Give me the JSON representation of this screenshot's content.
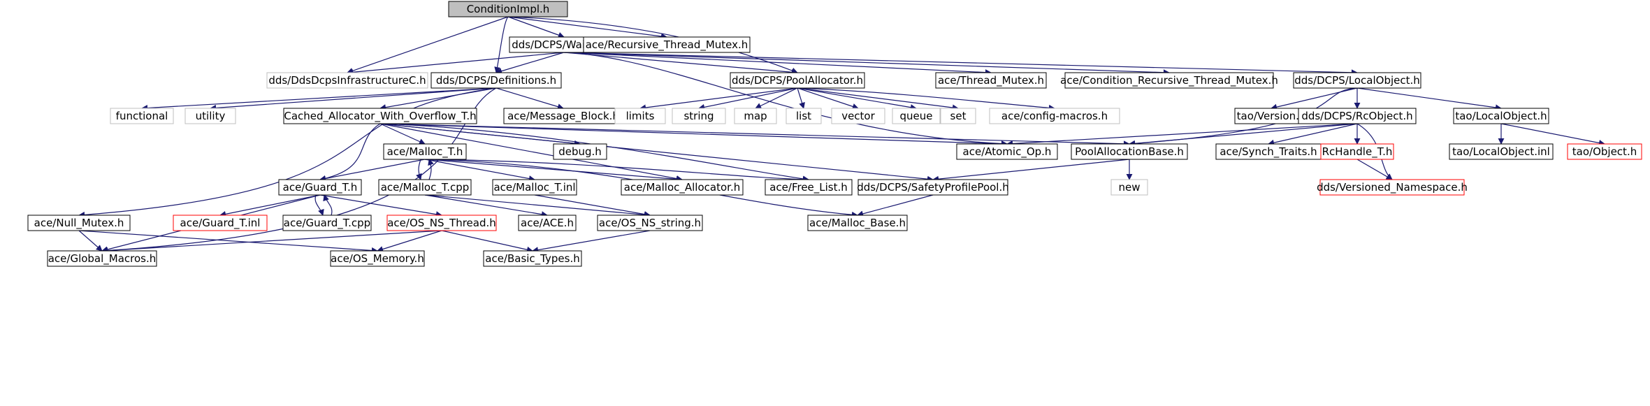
{
  "graph": {
    "nodes": [
      {
        "id": "n0",
        "label": "ConditionImpl.h",
        "style": "root"
      },
      {
        "id": "n1",
        "label": "dds/DCPS/WaitSet.h",
        "style": "normal"
      },
      {
        "id": "n2",
        "label": "ace/Recursive_Thread_Mutex.h",
        "style": "normal"
      },
      {
        "id": "n3",
        "label": "dds/DdsDcpsInfrastructureC.h",
        "style": "external"
      },
      {
        "id": "n4",
        "label": "dds/DCPS/Definitions.h",
        "style": "normal"
      },
      {
        "id": "n5",
        "label": "dds/DCPS/PoolAllocator.h",
        "style": "normal"
      },
      {
        "id": "n6",
        "label": "ace/Thread_Mutex.h",
        "style": "normal"
      },
      {
        "id": "n7",
        "label": "ace/Condition_Recursive_Thread_Mutex.h",
        "style": "normal"
      },
      {
        "id": "n8",
        "label": "dds/DCPS/LocalObject.h",
        "style": "normal"
      },
      {
        "id": "n9",
        "label": "functional",
        "style": "external"
      },
      {
        "id": "n10",
        "label": "utility",
        "style": "external"
      },
      {
        "id": "n11",
        "label": "Cached_Allocator_With_Overflow_T.h",
        "style": "normal"
      },
      {
        "id": "n12",
        "label": "ace/Message_Block.h",
        "style": "normal"
      },
      {
        "id": "n13",
        "label": "limits",
        "style": "external"
      },
      {
        "id": "n14",
        "label": "string",
        "style": "external"
      },
      {
        "id": "n15",
        "label": "map",
        "style": "external"
      },
      {
        "id": "n16",
        "label": "list",
        "style": "external"
      },
      {
        "id": "n17",
        "label": "vector",
        "style": "external"
      },
      {
        "id": "n18",
        "label": "queue",
        "style": "external"
      },
      {
        "id": "n19",
        "label": "set",
        "style": "external"
      },
      {
        "id": "n20",
        "label": "ace/config-macros.h",
        "style": "external"
      },
      {
        "id": "n21",
        "label": "tao/Version.h",
        "style": "normal"
      },
      {
        "id": "n22",
        "label": "dds/DCPS/RcObject.h",
        "style": "normal"
      },
      {
        "id": "n23",
        "label": "tao/LocalObject.h",
        "style": "normal"
      },
      {
        "id": "n24",
        "label": "ace/Malloc_T.h",
        "style": "normal"
      },
      {
        "id": "n25",
        "label": "debug.h",
        "style": "normal"
      },
      {
        "id": "n26",
        "label": "ace/Atomic_Op.h",
        "style": "normal"
      },
      {
        "id": "n27",
        "label": "PoolAllocationBase.h",
        "style": "normal"
      },
      {
        "id": "n28",
        "label": "ace/Synch_Traits.h",
        "style": "normal"
      },
      {
        "id": "n29",
        "label": "RcHandle_T.h",
        "style": "missing"
      },
      {
        "id": "n30",
        "label": "tao/LocalObject.inl",
        "style": "normal"
      },
      {
        "id": "n31",
        "label": "tao/Object.h",
        "style": "missing"
      },
      {
        "id": "n32",
        "label": "ace/Guard_T.h",
        "style": "normal"
      },
      {
        "id": "n33",
        "label": "ace/Malloc_T.cpp",
        "style": "normal"
      },
      {
        "id": "n34",
        "label": "ace/Malloc_T.inl",
        "style": "normal"
      },
      {
        "id": "n35",
        "label": "ace/Malloc_Allocator.h",
        "style": "normal"
      },
      {
        "id": "n36",
        "label": "ace/Free_List.h",
        "style": "normal"
      },
      {
        "id": "n37",
        "label": "dds/DCPS/SafetyProfilePool.h",
        "style": "normal"
      },
      {
        "id": "n38",
        "label": "new",
        "style": "external"
      },
      {
        "id": "n39",
        "label": "dds/Versioned_Namespace.h",
        "style": "missing"
      },
      {
        "id": "n40",
        "label": "ace/Null_Mutex.h",
        "style": "normal"
      },
      {
        "id": "n41",
        "label": "ace/Guard_T.inl",
        "style": "missing"
      },
      {
        "id": "n42",
        "label": "ace/Guard_T.cpp",
        "style": "normal"
      },
      {
        "id": "n43",
        "label": "ace/OS_NS_Thread.h",
        "style": "missing"
      },
      {
        "id": "n44",
        "label": "ace/ACE.h",
        "style": "normal"
      },
      {
        "id": "n45",
        "label": "ace/OS_NS_string.h",
        "style": "normal"
      },
      {
        "id": "n46",
        "label": "ace/Malloc_Base.h",
        "style": "normal"
      },
      {
        "id": "n47",
        "label": "ace/Global_Macros.h",
        "style": "normal"
      },
      {
        "id": "n48",
        "label": "ace/OS_Memory.h",
        "style": "normal"
      },
      {
        "id": "n49",
        "label": "ace/Basic_Types.h",
        "style": "normal"
      }
    ],
    "edges": [
      {
        "from": "n0",
        "to": "n1"
      },
      {
        "from": "n0",
        "to": "n2"
      },
      {
        "from": "n0",
        "to": "n3"
      },
      {
        "from": "n0",
        "to": "n4"
      },
      {
        "from": "n0",
        "to": "n5"
      },
      {
        "from": "n1",
        "to": "n3"
      },
      {
        "from": "n1",
        "to": "n4"
      },
      {
        "from": "n1",
        "to": "n5"
      },
      {
        "from": "n1",
        "to": "n6"
      },
      {
        "from": "n1",
        "to": "n7"
      },
      {
        "from": "n1",
        "to": "n8"
      },
      {
        "from": "n1",
        "to": "n26"
      },
      {
        "from": "n4",
        "to": "n9"
      },
      {
        "from": "n4",
        "to": "n10"
      },
      {
        "from": "n4",
        "to": "n11"
      },
      {
        "from": "n4",
        "to": "n12"
      },
      {
        "from": "n4",
        "to": "n40"
      },
      {
        "from": "n4",
        "to": "n47"
      },
      {
        "from": "n5",
        "to": "n13"
      },
      {
        "from": "n5",
        "to": "n14"
      },
      {
        "from": "n5",
        "to": "n15"
      },
      {
        "from": "n5",
        "to": "n16"
      },
      {
        "from": "n5",
        "to": "n17"
      },
      {
        "from": "n5",
        "to": "n18"
      },
      {
        "from": "n5",
        "to": "n19"
      },
      {
        "from": "n5",
        "to": "n20"
      },
      {
        "from": "n8",
        "to": "n21"
      },
      {
        "from": "n8",
        "to": "n22"
      },
      {
        "from": "n8",
        "to": "n23"
      },
      {
        "from": "n8",
        "to": "n27"
      },
      {
        "from": "n11",
        "to": "n24"
      },
      {
        "from": "n11",
        "to": "n25"
      },
      {
        "from": "n11",
        "to": "n26"
      },
      {
        "from": "n11",
        "to": "n27"
      },
      {
        "from": "n11",
        "to": "n32"
      },
      {
        "from": "n11",
        "to": "n35"
      },
      {
        "from": "n11",
        "to": "n36"
      },
      {
        "from": "n11",
        "to": "n37"
      },
      {
        "from": "n22",
        "to": "n26"
      },
      {
        "from": "n22",
        "to": "n27"
      },
      {
        "from": "n22",
        "to": "n28"
      },
      {
        "from": "n22",
        "to": "n29"
      },
      {
        "from": "n22",
        "to": "n39"
      },
      {
        "from": "n23",
        "to": "n30"
      },
      {
        "from": "n23",
        "to": "n31"
      },
      {
        "from": "n24",
        "to": "n32"
      },
      {
        "from": "n24",
        "to": "n33"
      },
      {
        "from": "n24",
        "to": "n34"
      },
      {
        "from": "n24",
        "to": "n35"
      },
      {
        "from": "n24",
        "to": "n36"
      },
      {
        "from": "n24",
        "to": "n46"
      },
      {
        "from": "n33",
        "to": "n24"
      },
      {
        "from": "n33",
        "to": "n44"
      },
      {
        "from": "n33",
        "to": "n45"
      },
      {
        "from": "n34",
        "to": "n45"
      },
      {
        "from": "n27",
        "to": "n37"
      },
      {
        "from": "n27",
        "to": "n38"
      },
      {
        "from": "n29",
        "to": "n39"
      },
      {
        "from": "n37",
        "to": "n46"
      },
      {
        "from": "n32",
        "to": "n41"
      },
      {
        "from": "n32",
        "to": "n42"
      },
      {
        "from": "n32",
        "to": "n43"
      },
      {
        "from": "n32",
        "to": "n47"
      },
      {
        "from": "n42",
        "to": "n32"
      },
      {
        "from": "n40",
        "to": "n47"
      },
      {
        "from": "n40",
        "to": "n48"
      },
      {
        "from": "n43",
        "to": "n47"
      },
      {
        "from": "n43",
        "to": "n48"
      },
      {
        "from": "n43",
        "to": "n49"
      },
      {
        "from": "n45",
        "to": "n49"
      }
    ]
  },
  "colors": {
    "root_fill": "#bfbfbf",
    "node_fill": "#ffffff",
    "normal_border": "#000000",
    "external_border": "#bfbfbf",
    "missing_border": "#ff0000",
    "edge": "#191970"
  }
}
